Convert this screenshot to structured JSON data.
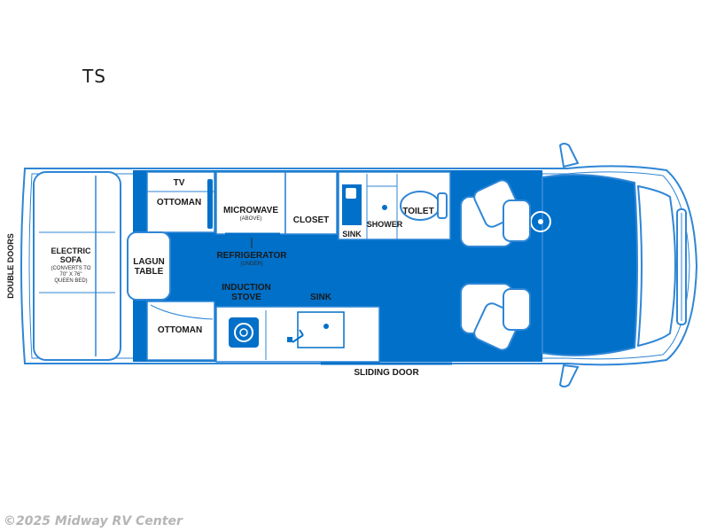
{
  "title": "TS",
  "copyright": "©2025 Midway RV Center",
  "colors": {
    "floor": "#0070c9",
    "outline": "#2f86d6",
    "fixture": "#ffffff"
  },
  "labels": {
    "tv": "TV",
    "ottoman_top": "OTTOMAN",
    "microwave": "MICROWAVE",
    "microwave_note": "(ABOVE)",
    "closet": "CLOSET",
    "sink_bath": "SINK",
    "shower": "SHOWER",
    "toilet": "TOILET",
    "refrigerator": "REFRIGERATOR",
    "refrigerator_note": "(UNDER)",
    "lagun_table_1": "LAGUN",
    "lagun_table_2": "TABLE",
    "electric_sofa_1": "ELECTRIC",
    "electric_sofa_2": "SOFA",
    "sofa_note_1": "(CONVERTS TO",
    "sofa_note_2": "70\" X 76\"",
    "sofa_note_3": "QUEEN BED)",
    "double_doors": "DOUBLE DOORS",
    "induction_stove_1": "INDUCTION",
    "induction_stove_2": "STOVE",
    "sink_kitchen": "SINK",
    "ottoman_bottom": "OTTOMAN",
    "sliding_door": "SLIDING DOOR"
  }
}
